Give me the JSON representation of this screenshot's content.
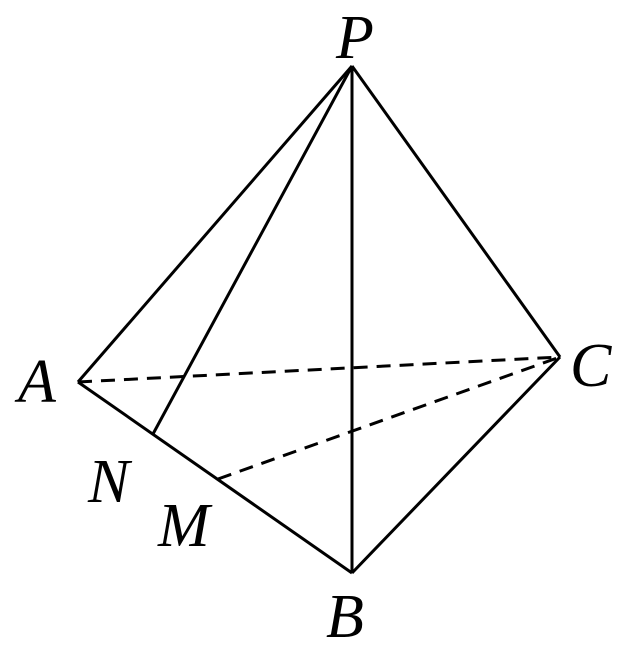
{
  "figure": {
    "points": {
      "P": "P",
      "A": "A",
      "B": "B",
      "C": "C",
      "N": "N",
      "M": "M"
    },
    "solid_segments": [
      "PA",
      "PB",
      "PC",
      "PN",
      "AB",
      "BC"
    ],
    "dashed_segments": [
      "AC",
      "MC"
    ]
  }
}
